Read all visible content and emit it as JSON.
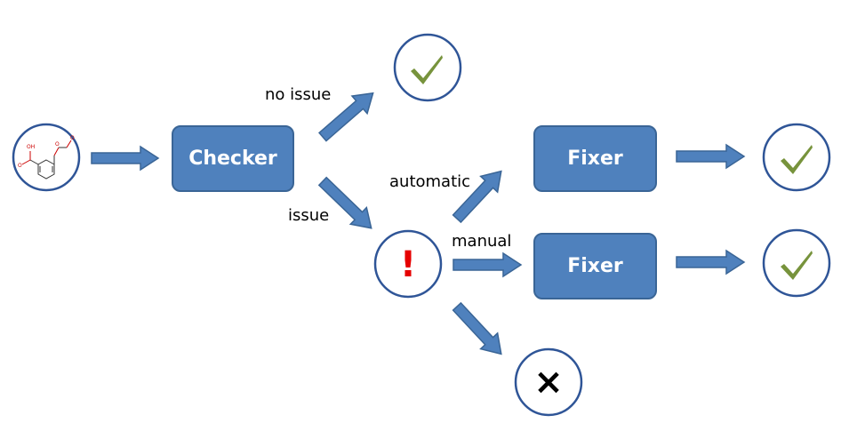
{
  "nodes": {
    "checker_label": "Checker",
    "fixer_auto_label": "Fixer",
    "fixer_manual_label": "Fixer"
  },
  "edge_labels": {
    "no_issue": "no issue",
    "issue": "issue",
    "automatic": "automatic",
    "manual": "manual"
  },
  "symbols": {
    "alert": "!",
    "reject": "×"
  },
  "icons": {
    "input": "molecule-icon",
    "success": "checkmark-icon",
    "alert": "exclamation-icon",
    "reject": "cross-icon"
  },
  "molecule_atoms": [
    "OH",
    "O",
    "O",
    "O"
  ],
  "colors": {
    "box_fill": "#4f81bd",
    "box_border": "#3a6596",
    "arrow_fill": "#4f81bd",
    "arrow_stroke": "#3a6596",
    "circle_stroke": "#2f5597",
    "check": "#77933c",
    "alert": "#e60000",
    "cross": "#000000"
  }
}
